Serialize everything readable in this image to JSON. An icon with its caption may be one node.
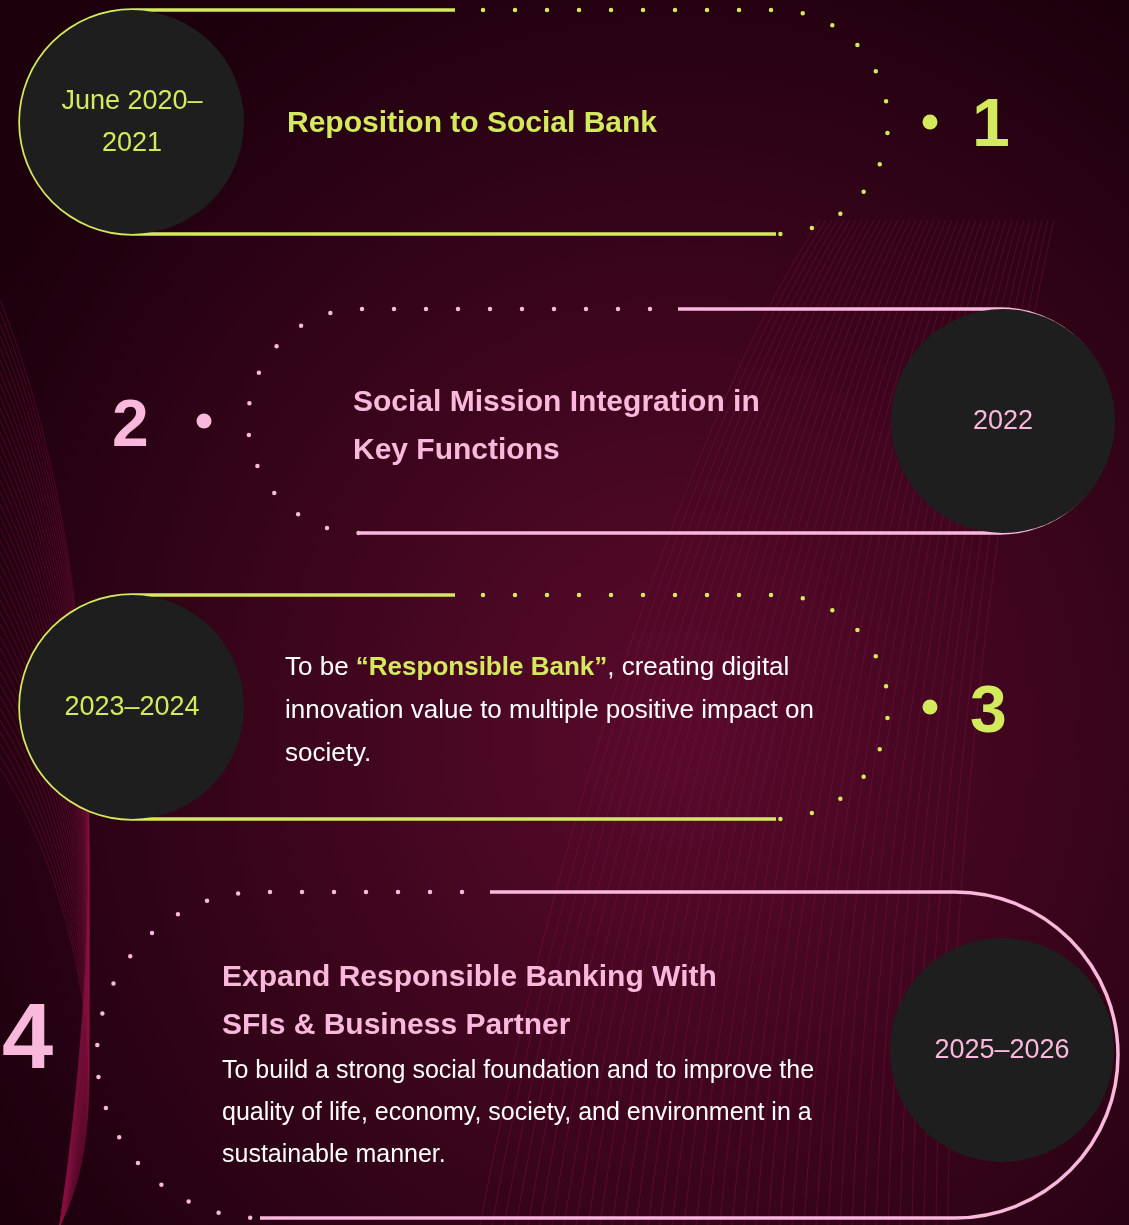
{
  "diagram": {
    "nodes": [
      {
        "text": [
          "Reposition to Social Bank"
        ],
        "beside": [
          "1"
        ]
      },
      {
        "text": [
          "June 2020–2021"
        ],
        "in": 0
      },
      {
        "text": [
          "Social Mission Integration in Key Functions"
        ],
        "beside": [
          "2"
        ]
      },
      {
        "text": [
          "2022"
        ],
        "in": 2
      },
      {
        "text": [
          "To be **“Responsible Bank”**, creating digital innovation value to multiple positive impact on society."
        ],
        "beside": [
          "3"
        ]
      },
      {
        "text": [
          "2023–2024"
        ],
        "in": 4
      },
      {
        "text": [
          "Expand Responsible Banking With SFIs & Business Partner",
          "To build a strong social foundation and to improve the quality of life, economy, society, and environment in a sustainable manner."
        ],
        "beside": [
          "4"
        ]
      },
      {
        "text": [
          "2025–2026"
        ],
        "in": 6
      }
    ]
  }
}
